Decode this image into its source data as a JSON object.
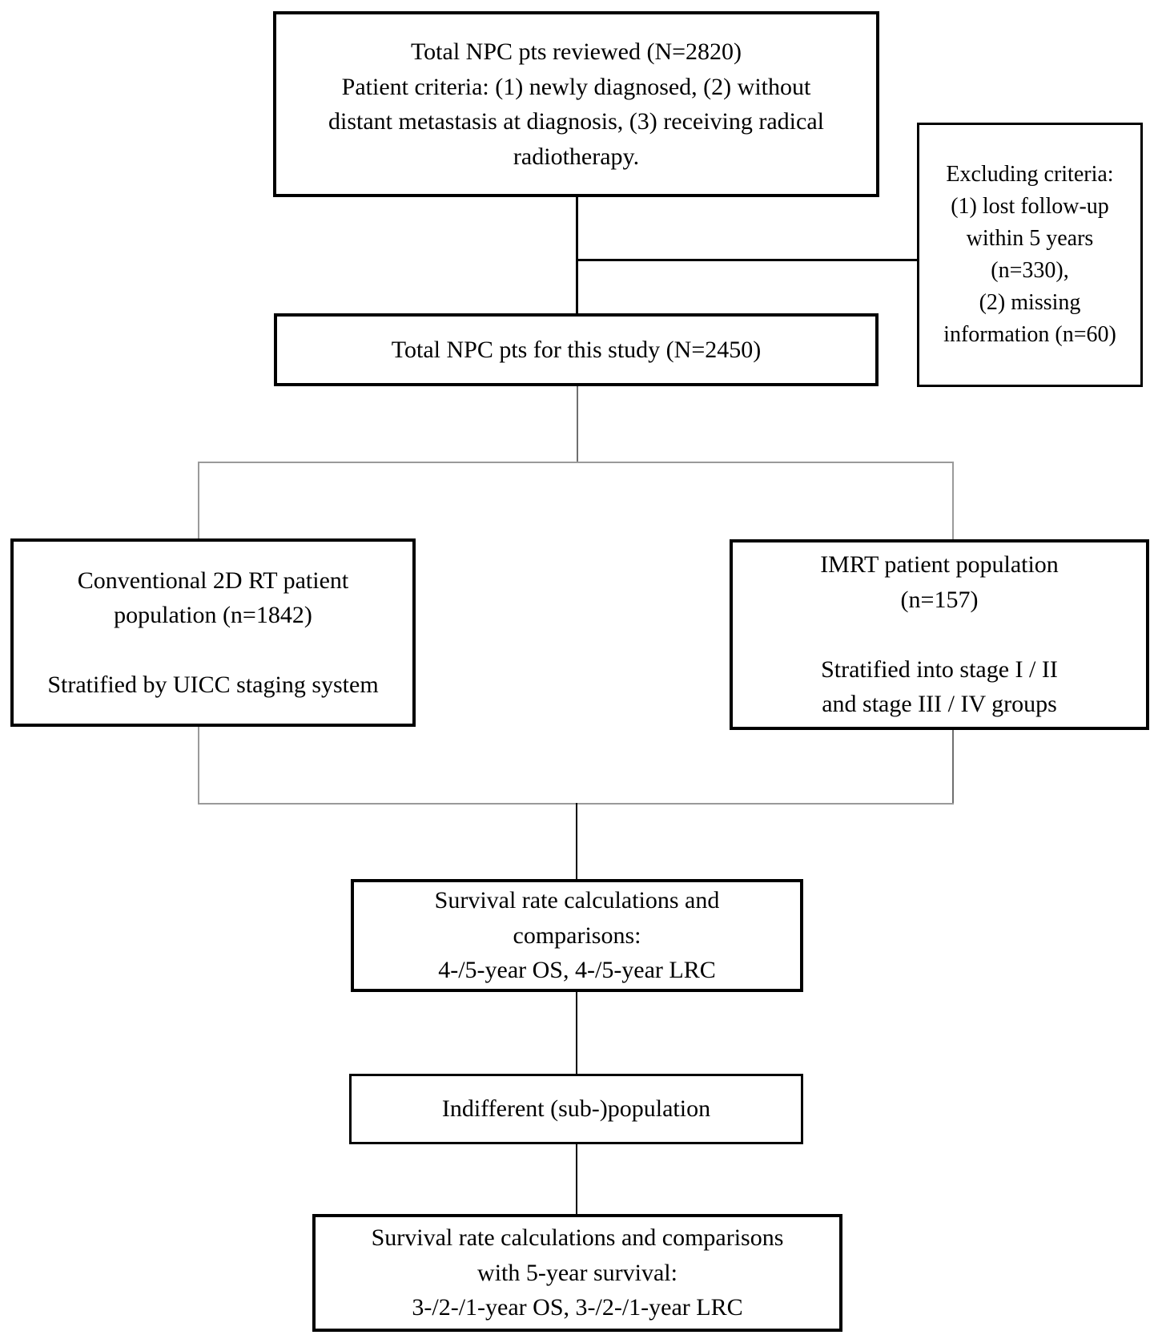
{
  "figure": {
    "type": "flowchart",
    "background_color": "#ffffff",
    "box_border_color": "#000000",
    "connector_dark_color": "#000000",
    "connector_light_color": "#9a9a9a",
    "text_color": "#000000"
  },
  "boxes": {
    "total_reviewed": {
      "lines": [
        "Total NPC pts reviewed (N=2820)",
        "Patient criteria: (1) newly diagnosed, (2) without",
        "distant metastasis at diagnosis, (3) receiving radical",
        "radiotherapy."
      ]
    },
    "excluding": {
      "lines": [
        "Excluding criteria:",
        "(1) lost follow-up",
        "within 5 years",
        "(n=330),",
        "(2) missing",
        "information (n=60)"
      ]
    },
    "total_study": {
      "lines": [
        "Total NPC pts for this study (N=2450)"
      ]
    },
    "conventional": {
      "lines": [
        "Conventional 2D RT patient",
        "population (n=1842)",
        "",
        "Stratified by UICC staging system"
      ]
    },
    "imrt": {
      "lines": [
        "IMRT patient population",
        "(n=157)",
        "",
        "Stratified into stage I / II",
        "and stage III / IV groups"
      ]
    },
    "survival_45": {
      "lines": [
        "Survival rate calculations and",
        "comparisons:",
        "4-/5-year OS, 4-/5-year LRC"
      ]
    },
    "indifferent": {
      "lines": [
        "Indifferent (sub-)population"
      ]
    },
    "survival_321": {
      "lines": [
        "Survival rate calculations and comparisons",
        "with 5-year survival:",
        "3-/2-/1-year OS, 3-/2-/1-year LRC"
      ]
    }
  }
}
